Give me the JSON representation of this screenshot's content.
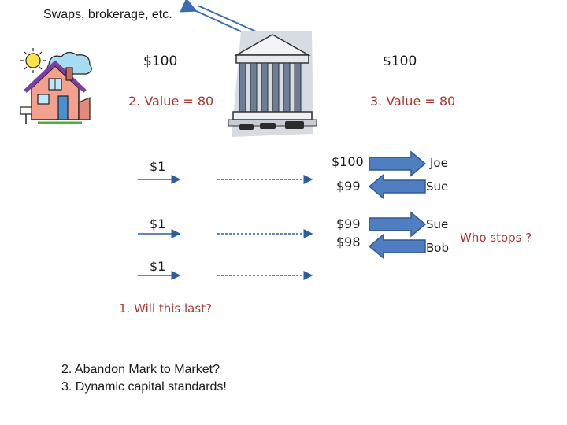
{
  "header": {
    "note": "Swaps, brokerage, etc."
  },
  "left": {
    "amount": "$100",
    "value_label": "2. Value = 80"
  },
  "right": {
    "amount": "$100",
    "value_label": "3. Value = 80"
  },
  "flows": [
    {
      "amount": "$1"
    },
    {
      "amount": "$1"
    },
    {
      "amount": "$1"
    }
  ],
  "chain": [
    {
      "amount": "$100",
      "person": "Joe",
      "direction": "right"
    },
    {
      "amount": "$99",
      "person": "Sue",
      "direction": "left"
    },
    {
      "amount": "$99",
      "person": "Sue",
      "direction": "right"
    },
    {
      "amount": "$98",
      "person": "Bob",
      "direction": "left"
    }
  ],
  "side_note": "Who stops ?",
  "question": "1. Will this last?",
  "points": [
    "2. Abandon Mark to Market?",
    "3. Dynamic capital standards!"
  ],
  "colors": {
    "arrow_fill": "#4f7fc1",
    "arrow_stroke": "#2f5a96",
    "red_text": "#b2352c",
    "line": "#3a6db0"
  }
}
